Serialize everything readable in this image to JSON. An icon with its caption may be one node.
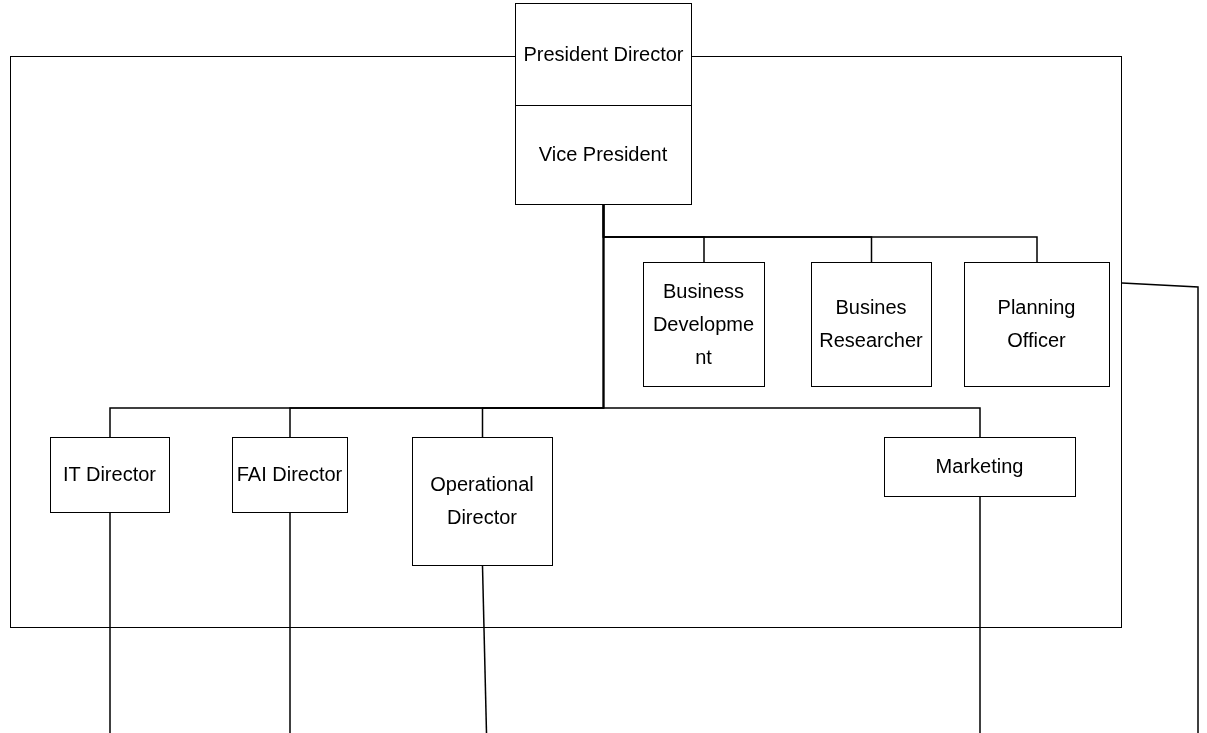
{
  "diagram": {
    "nodes": [
      {
        "text": [],
        "shape": "box"
      },
      {
        "text": [
          "President Director"
        ]
      },
      {
        "text": [
          "Vice President"
        ],
        "in": 0
      },
      {
        "text": [
          "Business Development"
        ],
        "in": 0
      },
      {
        "text": [
          "Busines Researcher"
        ],
        "in": 0
      },
      {
        "text": [
          "Planning Officer"
        ],
        "in": 0
      },
      {
        "text": [
          "IT Director"
        ],
        "in": 0
      },
      {
        "text": [
          "FAI Director"
        ],
        "in": 0
      },
      {
        "text": [
          "Operational Director"
        ],
        "in": 0
      },
      {
        "text": [
          "Marketing"
        ],
        "in": 0
      }
    ],
    "edges": [
      {
        "from": 2,
        "to": 3,
        "arrow": "none"
      },
      {
        "from": 2,
        "to": 4,
        "arrow": "none"
      },
      {
        "from": 2,
        "to": 5,
        "arrow": "none"
      },
      {
        "from": 2,
        "to": 6,
        "arrow": "none"
      },
      {
        "from": 2,
        "to": 7,
        "arrow": "none"
      },
      {
        "from": 2,
        "to": 8,
        "arrow": "none"
      },
      {
        "from": 2,
        "to": 9,
        "arrow": "none"
      },
      {
        "from": 6,
        "to": null,
        "arrow": "none"
      },
      {
        "from": 7,
        "to": null,
        "arrow": "none"
      },
      {
        "from": 8,
        "to": null,
        "arrow": "none"
      },
      {
        "from": 9,
        "to": null,
        "arrow": "none"
      },
      {
        "from": 0,
        "to": null,
        "arrow": "none"
      }
    ]
  }
}
